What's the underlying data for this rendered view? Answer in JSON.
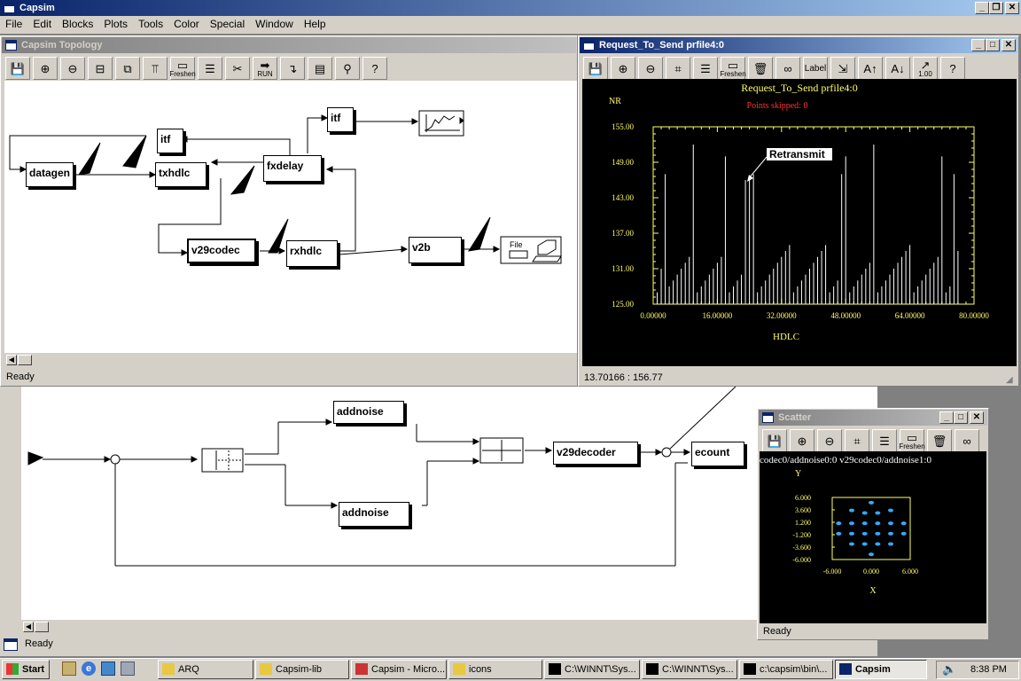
{
  "app": {
    "title": "Capsim",
    "menu": [
      "File",
      "Edit",
      "Blocks",
      "Plots",
      "Tools",
      "Color",
      "Special",
      "Window",
      "Help"
    ],
    "status": "Ready"
  },
  "topology": {
    "title": "Capsim Topology",
    "status": "Ready",
    "toolbar": [
      {
        "icon": "save-icon",
        "glyph": "💾",
        "label": ""
      },
      {
        "icon": "zoom-in-icon",
        "glyph": "⊕",
        "label": ""
      },
      {
        "icon": "zoom-out-icon",
        "glyph": "⊖",
        "label": ""
      },
      {
        "icon": "block-icon",
        "glyph": "⊟",
        "label": ""
      },
      {
        "icon": "connect-icon",
        "glyph": "⧉",
        "label": ""
      },
      {
        "icon": "hierarchy-icon",
        "glyph": "⫪",
        "label": ""
      },
      {
        "icon": "refresh-icon",
        "glyph": "▭",
        "label": "Freshen"
      },
      {
        "icon": "list-icon",
        "glyph": "☰",
        "label": ""
      },
      {
        "icon": "delete-icon",
        "glyph": "✂",
        "label": ""
      },
      {
        "icon": "run-icon",
        "glyph": "➡",
        "label": "RUN"
      },
      {
        "icon": "arrow-icon",
        "glyph": "↴",
        "label": ""
      },
      {
        "icon": "document-icon",
        "glyph": "▤",
        "label": ""
      },
      {
        "icon": "tree-icon",
        "glyph": "⚲",
        "label": ""
      },
      {
        "icon": "help-icon",
        "glyph": "?",
        "label": ""
      }
    ],
    "blocks": {
      "datagen": "datagen",
      "txhdlc": "txhdlc",
      "itf1": "itf",
      "itf2": "itf",
      "fxdelay": "fxdelay",
      "v29codec": "v29codec",
      "rxhdlc": "rxhdlc",
      "v2b": "v2b",
      "file": "File"
    }
  },
  "plot": {
    "window_title": "Request_To_Send prfile4:0",
    "plot_title": "Request_To_Send prfile4:0",
    "ylabel": "NR",
    "subtitle": "Points skipped: 0",
    "annotation": "Retransmit",
    "xlabel": "HDLC",
    "status": "13.70166 : 156.77",
    "toolbar": [
      {
        "icon": "save-icon",
        "glyph": "💾",
        "label": ""
      },
      {
        "icon": "zoom-in-icon",
        "glyph": "⊕",
        "label": ""
      },
      {
        "icon": "zoom-out-icon",
        "glyph": "⊖",
        "label": ""
      },
      {
        "icon": "grid-icon",
        "glyph": "⌗",
        "label": ""
      },
      {
        "icon": "list-icon",
        "glyph": "☰",
        "label": ""
      },
      {
        "icon": "refresh-icon",
        "glyph": "▭",
        "label": "Freshen"
      },
      {
        "icon": "trash-icon",
        "glyph": "🗑",
        "label": ""
      },
      {
        "icon": "link-icon",
        "glyph": "∞",
        "label": ""
      },
      {
        "icon": "label-icon",
        "glyph": "Label",
        "label": ""
      },
      {
        "icon": "export-icon",
        "glyph": "⇲",
        "label": ""
      },
      {
        "icon": "font-up-icon",
        "glyph": "A↑",
        "label": ""
      },
      {
        "icon": "font-down-icon",
        "glyph": "A↓",
        "label": ""
      },
      {
        "icon": "scale-icon",
        "glyph": "↗",
        "label": "1.00"
      },
      {
        "icon": "help-icon",
        "glyph": "?",
        "label": ""
      }
    ],
    "colors": {
      "axis": "#ffff66",
      "title": "#ffff66",
      "subtitle": "#ff3333",
      "data": "#ffffff"
    }
  },
  "chart_data": [
    {
      "type": "bar",
      "title": "Request_To_Send prfile4:0",
      "subtitle": "Points skipped: 0",
      "xlabel": "HDLC",
      "ylabel": "NR",
      "xlim": [
        0,
        80
      ],
      "ylim": [
        125,
        155
      ],
      "x_ticks": [
        "0.00000",
        "16.00000",
        "32.00000",
        "48.00000",
        "64.00000",
        "80.00000"
      ],
      "y_ticks": [
        "125.00",
        "131.00",
        "137.00",
        "143.00",
        "149.00",
        "155.00"
      ],
      "annotation": "Retransmit",
      "x": [
        1,
        2,
        3,
        4,
        5,
        6,
        7,
        8,
        9,
        10,
        11,
        12,
        13,
        14,
        15,
        16,
        17,
        18,
        19,
        20,
        21,
        22,
        23,
        24,
        25,
        26,
        27,
        28,
        29,
        30,
        31,
        32,
        33,
        34,
        35,
        36,
        37,
        38,
        39,
        40,
        41,
        42,
        43,
        44,
        45,
        46,
        47,
        48,
        49,
        50,
        51,
        52,
        53,
        54,
        55,
        56,
        57,
        58,
        59,
        60,
        61,
        62,
        63,
        64,
        65,
        66,
        67,
        68,
        69,
        70,
        71,
        72,
        73,
        74,
        75,
        76
      ],
      "values": [
        127,
        131,
        147,
        128,
        129,
        130,
        131,
        132,
        133,
        152,
        127,
        128,
        129,
        130,
        131,
        132,
        133,
        150,
        127,
        128,
        129,
        130,
        146,
        146,
        147,
        127,
        128,
        129,
        130,
        131,
        132,
        133,
        134,
        135,
        127,
        128,
        129,
        130,
        131,
        132,
        133,
        134,
        135,
        127,
        128,
        129,
        147,
        150,
        127,
        128,
        129,
        130,
        131,
        132,
        152,
        127,
        128,
        129,
        130,
        131,
        132,
        133,
        134,
        135,
        127,
        128,
        129,
        130,
        131,
        132,
        133,
        150,
        127,
        128,
        147,
        134
      ]
    },
    {
      "type": "scatter",
      "title": "codec0/addnoise0:0 v29codec0/addnoise1:0",
      "xlabel": "X",
      "ylabel": "Y",
      "xlim": [
        -6,
        6
      ],
      "ylim": [
        -6,
        6
      ],
      "x_ticks": [
        "-6.000",
        "0.000",
        "6.000"
      ],
      "y_ticks": [
        "6.000",
        "3.600",
        "1.200",
        "-1.200",
        "-3.600",
        "-6.000"
      ],
      "points": [
        [
          0,
          5
        ],
        [
          -3,
          3.5
        ],
        [
          -1,
          3
        ],
        [
          1,
          3
        ],
        [
          3,
          3.5
        ],
        [
          -5,
          1
        ],
        [
          -3,
          1
        ],
        [
          -1,
          1
        ],
        [
          1,
          1
        ],
        [
          3,
          1
        ],
        [
          5,
          1
        ],
        [
          -3,
          -1
        ],
        [
          -1,
          -1
        ],
        [
          1,
          -1
        ],
        [
          3,
          -1
        ],
        [
          -3,
          -3
        ],
        [
          -1,
          -3
        ],
        [
          1,
          -3
        ],
        [
          3,
          -3
        ],
        [
          0,
          -5
        ],
        [
          -5,
          -1
        ],
        [
          5,
          -1
        ]
      ],
      "color": "#33aaff"
    }
  ],
  "system": {
    "blocks": {
      "addnoise1": "addnoise",
      "addnoise2": "addnoise",
      "v29decoder": "v29decoder",
      "ecount": "ecount"
    },
    "status": "Ready"
  },
  "scatter": {
    "window_title": "Scatter",
    "plot_title": "codec0/addnoise0:0 v29codec0/addnoise1:0",
    "ylabel": "Y",
    "xlabel": "X",
    "status": "Ready",
    "toolbar": [
      {
        "icon": "save-icon",
        "glyph": "💾",
        "label": ""
      },
      {
        "icon": "zoom-in-icon",
        "glyph": "⊕",
        "label": ""
      },
      {
        "icon": "zoom-out-icon",
        "glyph": "⊖",
        "label": ""
      },
      {
        "icon": "grid-icon",
        "glyph": "⌗",
        "label": ""
      },
      {
        "icon": "list-icon",
        "glyph": "☰",
        "label": ""
      },
      {
        "icon": "refresh-icon",
        "glyph": "▭",
        "label": "Freshen"
      },
      {
        "icon": "trash-icon",
        "glyph": "🗑",
        "label": ""
      },
      {
        "icon": "link-icon",
        "glyph": "∞",
        "label": ""
      }
    ]
  },
  "taskbar": {
    "start": "Start",
    "clock": "8:38 PM",
    "tasks": [
      {
        "label": "ARQ",
        "icon": "folder-icon"
      },
      {
        "label": "Capsim-lib",
        "icon": "folder-icon"
      },
      {
        "label": "Capsim - Micro...",
        "icon": "browser-icon"
      },
      {
        "label": "icons",
        "icon": "folder-icon"
      },
      {
        "label": "C:\\WINNT\\Sys...",
        "icon": "console-icon"
      },
      {
        "label": "C:\\WINNT\\Sys...",
        "icon": "console-icon"
      },
      {
        "label": "c:\\capsim\\bin\\...",
        "icon": "console-icon"
      },
      {
        "label": "Capsim",
        "icon": "app-icon"
      }
    ]
  }
}
